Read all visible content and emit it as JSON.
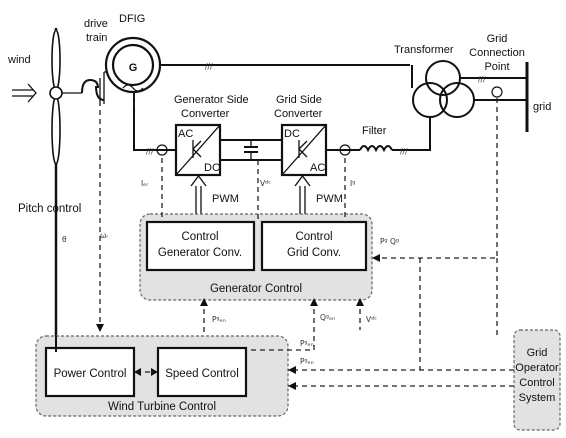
{
  "labels": {
    "wind": "wind",
    "drive_train_line1": "drive",
    "drive_train_line2": "train",
    "dfig": "DFIG",
    "generator_symbol": "G",
    "transformer": "Transformer",
    "grid_connection_line1": "Grid",
    "grid_connection_line2": "Connection",
    "grid_connection_line3": "Point",
    "grid": "grid",
    "gen_side_converter_line1": "Generator Side",
    "gen_side_converter_line2": "Converter",
    "grid_side_converter_line1": "Grid Side",
    "grid_side_converter_line2": "Converter",
    "filter": "Filter",
    "gen_conv_ac": "AC",
    "gen_conv_dc": "DC",
    "grid_conv_dc": "DC",
    "grid_conv_ac": "AC",
    "pwm_left": "PWM",
    "pwm_right": "PWM",
    "pitch_control": "Pitch control",
    "control_gen_conv_line1": "Control",
    "control_gen_conv_line2": "Generator Conv.",
    "control_grid_conv_line1": "Control",
    "control_grid_conv_line2": "Grid Conv.",
    "generator_control": "Generator Control",
    "power_control": "Power Control",
    "speed_control": "Speed Control",
    "wind_turbine_control": "Wind Turbine Control",
    "grid_operator_line1": "Grid",
    "grid_operator_line2": "Operator",
    "grid_operator_line3": "Control",
    "grid_operator_line4": "System"
  },
  "colors": {
    "line": "#111111",
    "panel_fill": "#e2e2e2",
    "box_fill": "#ffffff"
  }
}
